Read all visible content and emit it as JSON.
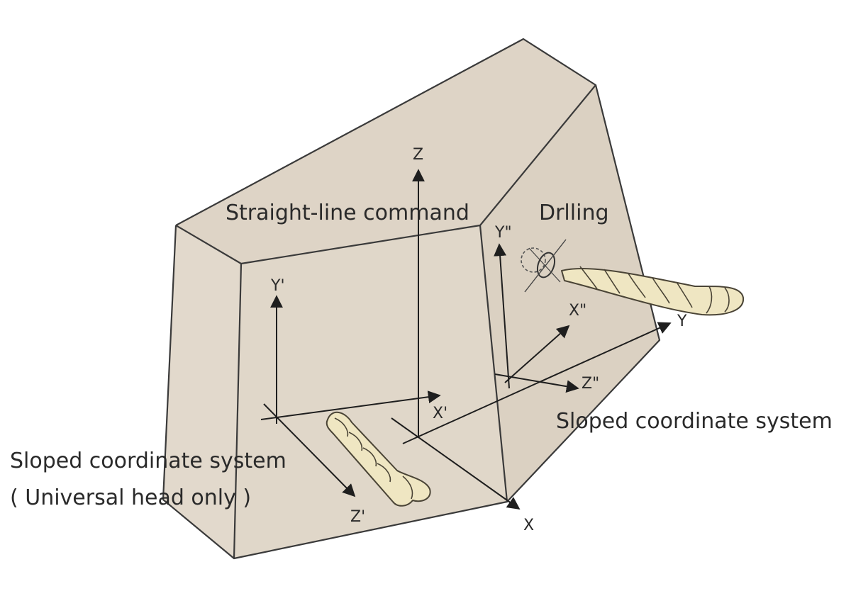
{
  "colors": {
    "block_face": "#ded4c6",
    "block_edge": "#3a3a3a",
    "axis": "#1e1e1e",
    "drill_bit": "#efe6c2",
    "background": "#ffffff"
  },
  "labels": {
    "straight_line_command": "Straight-line command",
    "drilling": "Drlling",
    "sloped_coordinate_system_right": "Sloped coordinate system",
    "sloped_coordinate_system_left": "Sloped coordinate system",
    "universal_head_only": "( Universal head only )"
  },
  "axes": {
    "main": {
      "z": "Z",
      "y": "Y",
      "x": "X"
    },
    "sloped_left": {
      "y": "Y'",
      "x": "X'",
      "z": "Z'"
    },
    "sloped_right": {
      "y": "Y\"",
      "x": "X\"",
      "z": "Z\""
    }
  }
}
